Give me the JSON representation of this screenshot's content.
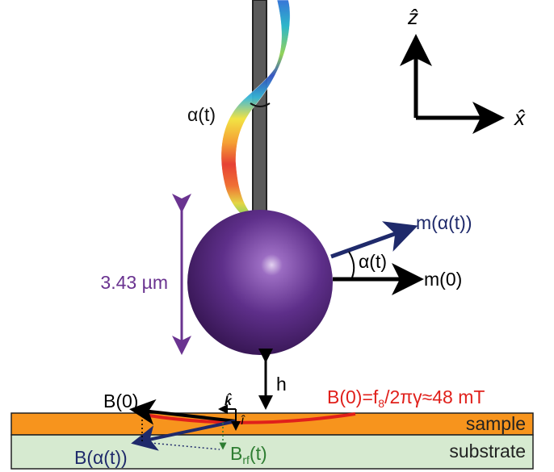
{
  "axes": {
    "z_label": "ẑ",
    "x_label": "x̂"
  },
  "labels": {
    "alpha_twist": "α(t)",
    "m_alpha": "m(α(t))",
    "alpha_angle": "α(t)",
    "m0": "m(0)",
    "diameter": "3.43 µm",
    "height": "h",
    "b0_left": "B(0)",
    "b0_eq_prefix": "B(0)=f",
    "b0_eq_sub": "8",
    "b0_eq_suffix": "/2πγ≈48 mT",
    "k_hat": "k̂",
    "i_hat": "î",
    "b_alpha": "B(α(t))",
    "brf_main": "B",
    "brf_sub": "rf",
    "brf_tail": "(t)",
    "sample": "sample",
    "substrate": "substrate"
  },
  "colors": {
    "sphere": "#5b2e86",
    "sphere_highlight": "#d9c4ea",
    "wire": "#555555",
    "sample": "#f7941d",
    "substrate": "#d6ead0",
    "purple_text": "#6a3390",
    "navy": "#1f2a6b",
    "red": "#e0201b",
    "green": "#2e7d32",
    "black": "#000000"
  }
}
